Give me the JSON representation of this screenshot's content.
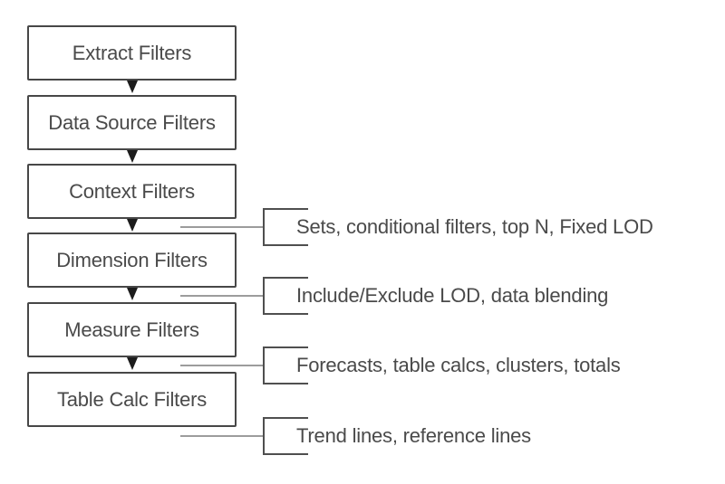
{
  "diagram": {
    "type": "flowchart",
    "boxes": [
      {
        "label": "Extract Filters"
      },
      {
        "label": "Data Source Filters"
      },
      {
        "label": "Context Filters"
      },
      {
        "label": "Dimension Filters"
      },
      {
        "label": "Measure Filters"
      },
      {
        "label": "Table Calc Filters"
      }
    ],
    "annotations": [
      {
        "label": "Sets, conditional filters, top N, Fixed LOD"
      },
      {
        "label": "Include/Exclude LOD, data blending"
      },
      {
        "label": "Forecasts, table calcs, clusters, totals"
      },
      {
        "label": "Trend lines, reference lines"
      }
    ],
    "colors": {
      "bg": "#ffffff",
      "box_border": "#474747",
      "text": "#4a4a4a",
      "arrow": "#1c1c1c",
      "connector": "#9c9c9c",
      "bracket": "#4f4f4f"
    }
  }
}
